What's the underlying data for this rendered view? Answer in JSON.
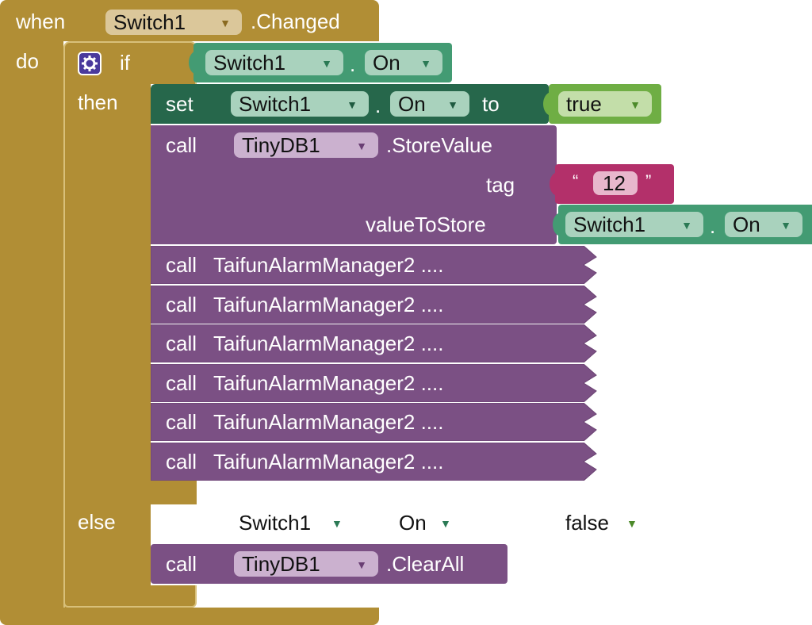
{
  "event": {
    "when": "when",
    "component": "Switch1",
    "event_name": ".Changed",
    "do": "do"
  },
  "if_block": {
    "if": "if",
    "then": "then",
    "else": "else"
  },
  "condition": {
    "component": "Switch1",
    "dot": ".",
    "property": "On"
  },
  "set_block": {
    "set": "set",
    "component": "Switch1",
    "dot": ".",
    "property": "On",
    "to": "to",
    "value": "true"
  },
  "store_call": {
    "call": "call",
    "component": "TinyDB1",
    "method": ".StoreValue",
    "tag_label": "tag",
    "tag_open_quote": "“",
    "tag_value": "12",
    "tag_close_quote": "”",
    "value_label": "valueToStore",
    "value_component": "Switch1",
    "value_dot": ".",
    "value_property": "On"
  },
  "alarm_calls": [
    {
      "call": "call",
      "label": "TaifunAlarmManager2 ...."
    },
    {
      "call": "call",
      "label": "TaifunAlarmManager2 ...."
    },
    {
      "call": "call",
      "label": "TaifunAlarmManager2 ...."
    },
    {
      "call": "call",
      "label": "TaifunAlarmManager2 ...."
    },
    {
      "call": "call",
      "label": "TaifunAlarmManager2 ...."
    },
    {
      "call": "call",
      "label": "TaifunAlarmManager2 ...."
    }
  ],
  "else_ghost": {
    "component": "Switch1",
    "property": "On",
    "value": "false"
  },
  "clear_call": {
    "call": "call",
    "component": "TinyDB1",
    "method": ".ClearAll"
  },
  "dropdown_arrow": "▼",
  "colors": {
    "event": "#b18e35",
    "procedure": "#7b5084",
    "setter": "#26674b",
    "getter": "#439b73",
    "logic": "#6fae44",
    "text": "#b3306a",
    "control": "#b18e35"
  }
}
